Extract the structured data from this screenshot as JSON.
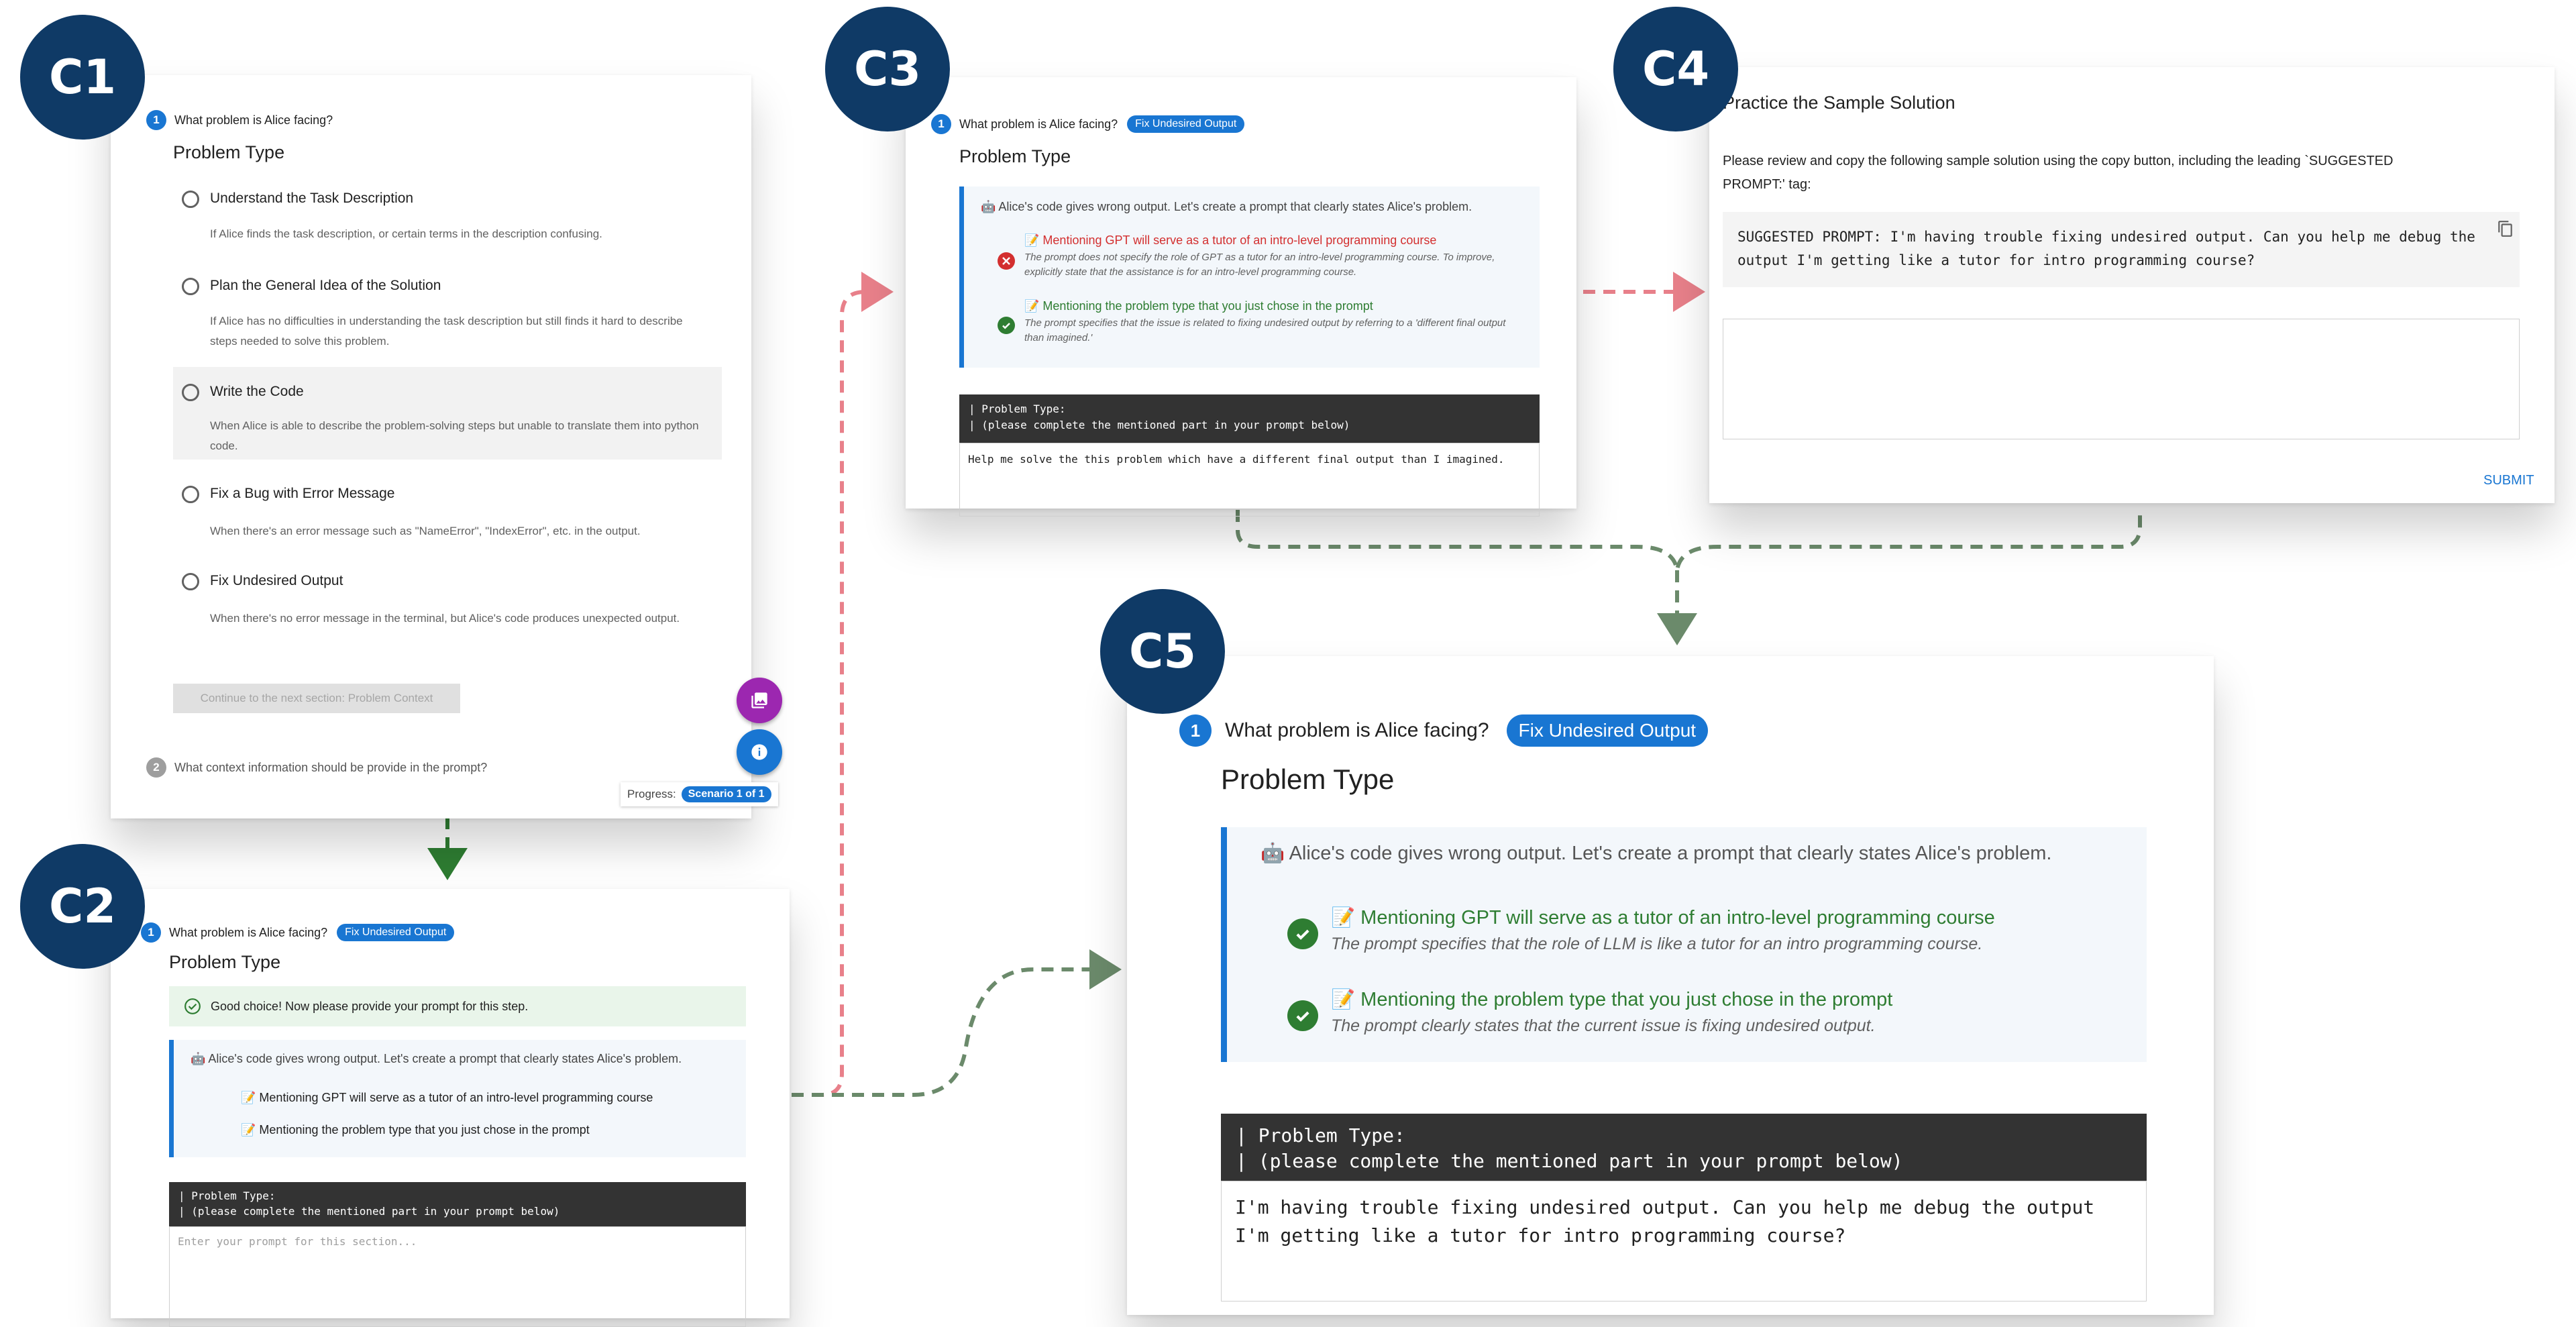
{
  "badges": {
    "c1": "C1",
    "c2": "C2",
    "c3": "C3",
    "c4": "C4",
    "c5": "C5"
  },
  "c1": {
    "q1": {
      "num": "1",
      "text": "What problem is Alice facing?"
    },
    "section_title": "Problem Type",
    "options": [
      {
        "label": "Understand the Task Description",
        "desc": "If Alice finds the task description, or certain terms in the description confusing."
      },
      {
        "label": "Plan the General Idea of the Solution",
        "desc": "If Alice has no difficulties in understanding the task description but still finds it hard to describe steps needed to solve this problem."
      },
      {
        "label": "Write the Code",
        "desc": "When Alice is able to describe the problem-solving steps but unable to translate them into python code."
      },
      {
        "label": "Fix a Bug with Error Message",
        "desc": "When there's an error message such as \"NameError\", \"IndexError\", etc. in the output."
      },
      {
        "label": "Fix Undesired Output",
        "desc": "When there's no error message in the terminal, but Alice's code produces unexpected output."
      }
    ],
    "continue_button": "Continue to the next section: Problem Context",
    "q2": {
      "num": "2",
      "text": "What context information should be provide in the prompt?"
    },
    "progress_label": "Progress:",
    "progress_value": "Scenario 1 of 1",
    "fab_gallery_icon": "image-icon",
    "fab_info_icon": "info-icon"
  },
  "c2": {
    "q1": {
      "num": "1",
      "text": "What problem is Alice facing?",
      "chip": "Fix Undesired Output"
    },
    "section_title": "Problem Type",
    "success_msg": "Good choice! Now please provide your prompt for this step.",
    "info_intro": "Alice's code gives wrong output. Let's create a prompt that clearly states Alice's problem.",
    "hints": [
      "Mentioning GPT will serve as a tutor of an intro-level programming course",
      "Mentioning the problem type that you just chose in the prompt"
    ],
    "code_lines": [
      "| Problem Type:",
      "| (please complete the mentioned part in your prompt below)"
    ],
    "placeholder": "Enter your prompt for this section..."
  },
  "c3": {
    "q1": {
      "num": "1",
      "text": "What problem is Alice facing?",
      "chip": "Fix Undesired Output"
    },
    "section_title": "Problem Type",
    "info_intro": "Alice's code gives wrong output. Let's create a prompt that clearly states Alice's problem.",
    "items": [
      {
        "status": "fail",
        "title": "Mentioning GPT will serve as a tutor of an intro-level programming course",
        "detail": "The prompt does not specify the role of GPT as a tutor for an intro-level programming course. To improve, explicitly state that the assistance is for an intro-level programming course."
      },
      {
        "status": "pass",
        "title": "Mentioning the problem type that you just chose in the prompt",
        "detail": "The prompt specifies that the issue is related to fixing undesired output by referring to a 'different final output than imagined.'"
      }
    ],
    "code_lines": [
      "| Problem Type:",
      "| (please complete the mentioned part in your prompt below)"
    ],
    "prompt_text": "Help me solve the this problem which have a different final output than I imagined."
  },
  "c4": {
    "title": "Practice the Sample Solution",
    "instruction": "Please review and copy the following sample solution using the copy button, including the leading `SUGGESTED PROMPT:' tag:",
    "sample": "SUGGESTED PROMPT: I'm having trouble fixing undesired output. Can you help me debug the output I'm getting like a tutor for intro programming course?",
    "copy_icon": "copy-icon",
    "submit": "SUBMIT"
  },
  "c5": {
    "q1": {
      "num": "1",
      "text": "What problem is Alice facing?",
      "chip": "Fix Undesired Output"
    },
    "section_title": "Problem Type",
    "info_intro": "Alice's code gives wrong output. Let's create a prompt that clearly states Alice's problem.",
    "items": [
      {
        "status": "pass",
        "title": "Mentioning GPT will serve as a tutor of an intro-level programming course",
        "detail": "The prompt specifies that the role of LLM is like a tutor for an intro programming course."
      },
      {
        "status": "pass",
        "title": "Mentioning the problem type that you just chose in the prompt",
        "detail": "The prompt clearly states that the current issue is fixing undesired output."
      }
    ],
    "code_lines": [
      "| Problem Type:",
      "| (please complete the mentioned part in your prompt below)"
    ],
    "prompt_text": "I'm having trouble fixing undesired output. Can you help me debug the output I'm getting like a tutor for intro programming course?"
  },
  "colors": {
    "badge": "#0f3a66",
    "accent": "#1976d2",
    "success": "#2e7d32",
    "error": "#d32f2f",
    "arrow_green": "#6b8a6b",
    "arrow_red": "#e8808a",
    "arrow_dark_green": "#2e7d32"
  }
}
